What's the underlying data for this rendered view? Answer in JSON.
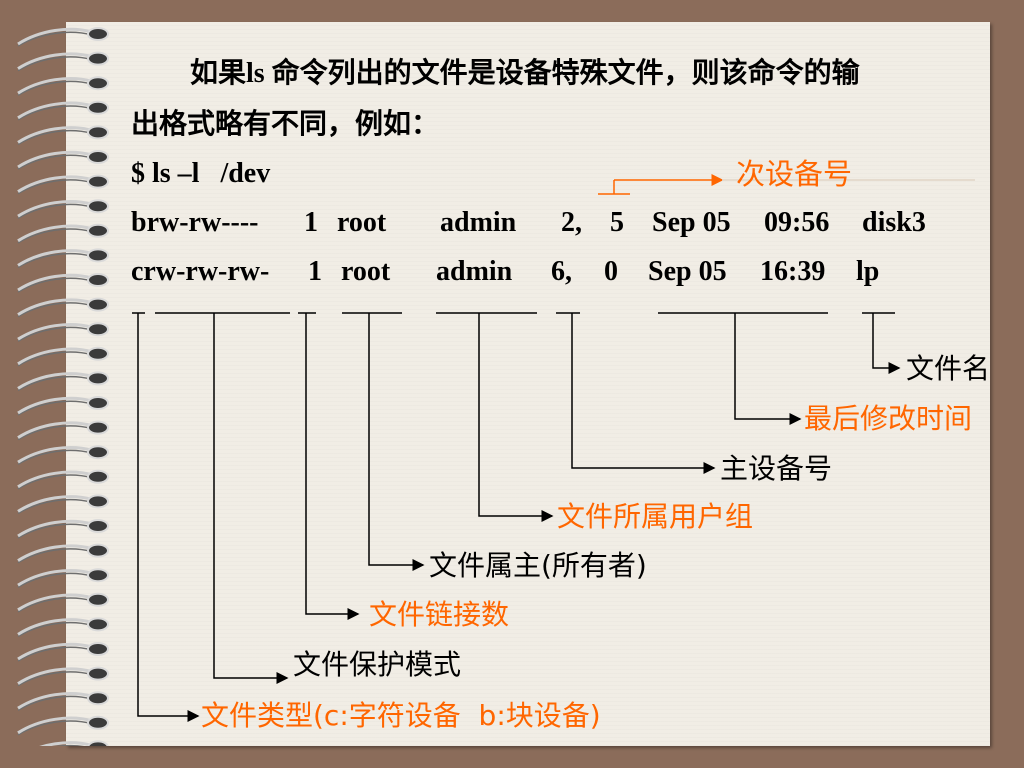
{
  "intro": {
    "line1": "如果ls 命令列出的文件是设备特殊文件，则该命令的输",
    "line2": "出格式略有不同，例如："
  },
  "command": "$ ls –l   /dev",
  "listing": [
    {
      "perm": "brw-rw----",
      "links": "1",
      "owner": "root",
      "group": "admin",
      "major": "2,",
      "minor": "5",
      "date": "Sep 05",
      "time": "09:56",
      "name": "disk3"
    },
    {
      "perm": "crw-rw-rw-",
      "links": "1",
      "owner": "root",
      "group": "admin",
      "major": "6,",
      "minor": "0",
      "date": "Sep 05",
      "time": "16:39",
      "name": "lp"
    }
  ],
  "labels": {
    "minor_number": "次设备号",
    "file_name": "文件名",
    "last_modified": "最后修改时间",
    "major_number": "主设备号",
    "owner_group": "文件所属用户组",
    "owner": "文件属主(所有者)",
    "link_count": "文件链接数",
    "protection_mode": "文件保护模式",
    "file_type": "文件类型(c:字符设备  b:块设备)"
  },
  "colors": {
    "background": "#8b6c5a",
    "paper": "#f1ede5",
    "text": "#000000",
    "highlight": "#ff6600"
  }
}
